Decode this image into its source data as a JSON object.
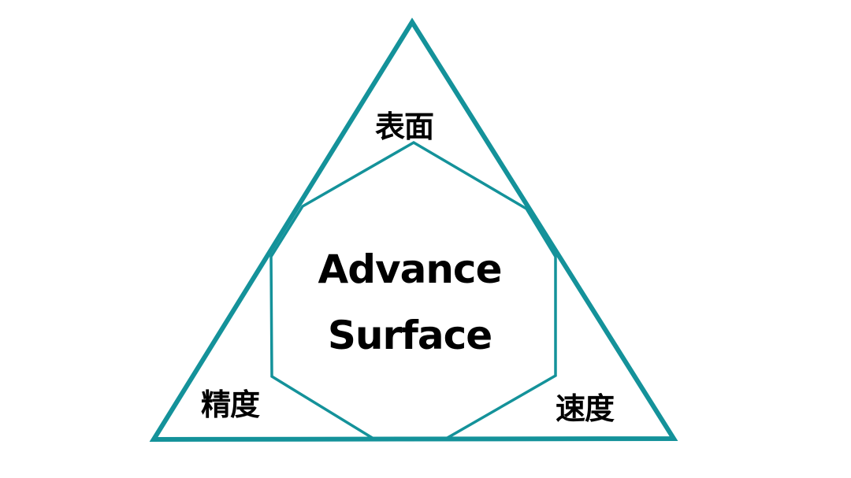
{
  "diagram": {
    "type": "triangle-with-hexagon",
    "colors": {
      "stroke": "#14929A",
      "text": "#000000",
      "background": "#FFFFFF"
    },
    "center_label": {
      "line1": "Advance",
      "line2": "Surface"
    },
    "corners": {
      "top": "表面",
      "bottom_left": "精度",
      "bottom_right": "速度"
    }
  }
}
